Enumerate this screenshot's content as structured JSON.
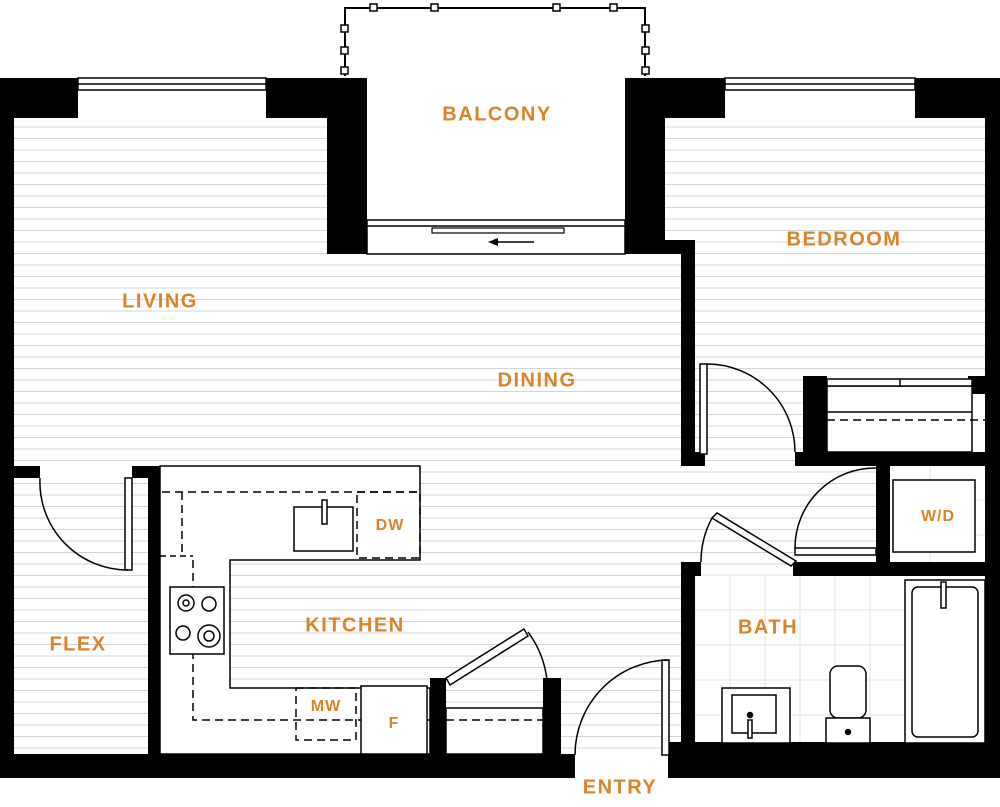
{
  "plan": {
    "label_color": "#D9832A",
    "wall_color": "#000000",
    "floor_color": "#D4D4D4",
    "rooms": {
      "balcony": "BALCONY",
      "bedroom": "BEDROOM",
      "living": "LIVING",
      "dining": "DINING",
      "flex": "FLEX",
      "kitchen": "KITCHEN",
      "bath": "BATH",
      "entry": "ENTRY"
    },
    "fixtures": {
      "dishwasher": "DW",
      "washer_dryer": "W/D",
      "microwave": "MW",
      "fridge": "F"
    }
  }
}
